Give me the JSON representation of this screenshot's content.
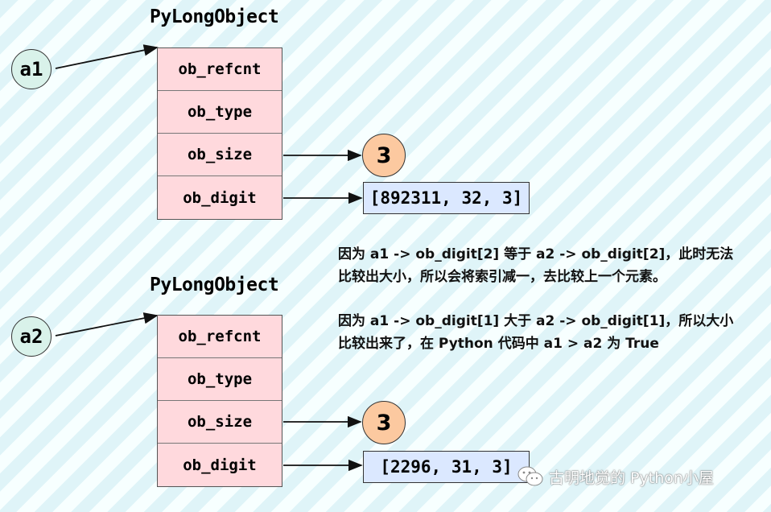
{
  "diagrams": [
    {
      "title": "PyLongObject",
      "variable": "a1",
      "fields": [
        "ob_refcnt",
        "ob_type",
        "ob_size",
        "ob_digit"
      ],
      "ob_size_value": "3",
      "ob_digit_value": "[892311, 32, 3]"
    },
    {
      "title": "PyLongObject",
      "variable": "a2",
      "fields": [
        "ob_refcnt",
        "ob_type",
        "ob_size",
        "ob_digit"
      ],
      "ob_size_value": "3",
      "ob_digit_value": "[2296, 31, 3]"
    }
  ],
  "notes": [
    {
      "line1": "因为 a1 -> ob_digit[2] 等于 a2 -> ob_digit[2]，此时无法",
      "line2": "比较出大小，所以会将索引减一，去比较上一个元素。"
    },
    {
      "line1": "因为 a1 -> ob_digit[1] 大于 a2 -> ob_digit[1]，所以大小",
      "line2": "比较出来了，在 Python 代码中 a1 > a2 为 True"
    }
  ],
  "watermark": {
    "icon": "wechat-icon",
    "text": "古明地觉的 Python小屋"
  }
}
